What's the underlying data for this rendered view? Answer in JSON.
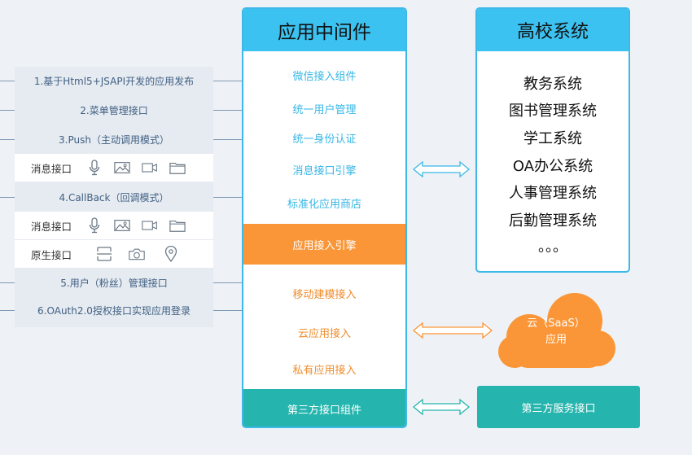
{
  "left_list": {
    "items": [
      "1.基于Html5+JSAPI开发的应用发布",
      "2.菜单管理接口",
      "3.Push（主动调用模式）",
      "4.CallBack（回调模式）",
      "5.用户（粉丝）管理接口",
      "6.OAuth2.0授权接口实现应用登录"
    ],
    "message_interface_label": "消息接口",
    "native_interface_label": "原生接口"
  },
  "middleware": {
    "title": "应用中间件",
    "blue_items": [
      "微信接入组件",
      "统一用户管理",
      "统一身份认证",
      "消息接口引擎",
      "标准化应用商店"
    ],
    "engine": "应用接入引擎",
    "orange_items": [
      "移动建模接入",
      "云应用接入",
      "私有应用接入"
    ],
    "third_party_component": "第三方接口组件"
  },
  "university": {
    "title": "高校系统",
    "items": [
      "教务系统",
      "图书管理系统",
      "学工系统",
      "OA办公系统",
      "人事管理系统",
      "后勤管理系统",
      "。。。"
    ]
  },
  "cloud": {
    "line1": "云（SaaS）",
    "line2": "应用"
  },
  "third_party_service": "第三方服务接口",
  "colors": {
    "blue": "#3cc2f0",
    "orange": "#fa9637",
    "teal": "#26b5ae",
    "left_text": "#3f5f82"
  }
}
